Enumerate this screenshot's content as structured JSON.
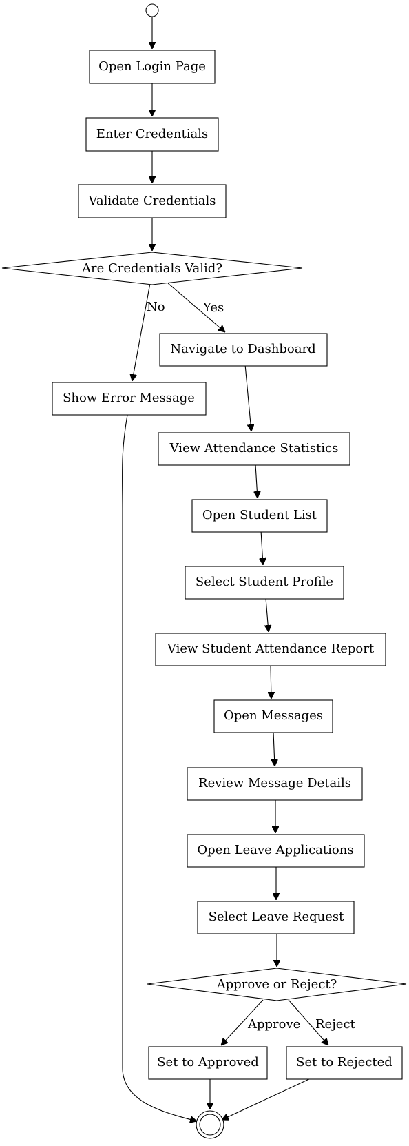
{
  "nodes": {
    "open_login_page": "Open Login Page",
    "enter_credentials": "Enter Credentials",
    "validate_credentials": "Validate Credentials",
    "are_credentials_valid": "Are Credentials Valid?",
    "navigate_to_dashboard": "Navigate to Dashboard",
    "show_error_message": "Show Error Message",
    "view_attendance_statistics": "View Attendance Statistics",
    "open_student_list": "Open Student List",
    "select_student_profile": "Select Student Profile",
    "view_student_attendance_report": "View Student Attendance Report",
    "open_messages": "Open Messages",
    "review_message_details": "Review Message Details",
    "open_leave_applications": "Open Leave Applications",
    "select_leave_request": "Select Leave Request",
    "approve_or_reject": "Approve or Reject?",
    "set_to_approved": "Set to Approved",
    "set_to_rejected": "Set to Rejected"
  },
  "edge_labels": {
    "no": "No",
    "yes": "Yes",
    "approve": "Approve",
    "reject": "Reject"
  }
}
